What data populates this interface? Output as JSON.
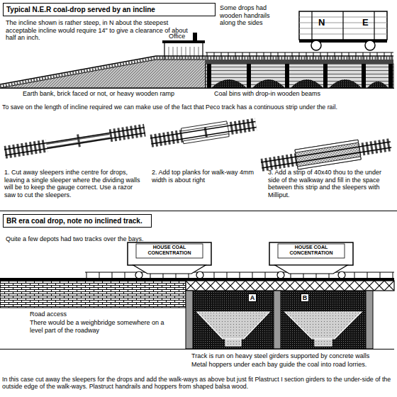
{
  "diagram": {
    "nodes": [
      {
        "text": [
          "Typical N.E.R coal-drop served by an incline"
        ]
      },
      {
        "text": [
          "BR era coal drop, note no inclined track."
        ]
      },
      {
        "text": [
          "A"
        ]
      },
      {
        "text": [
          "B"
        ]
      }
    ],
    "labels": [
      "The incline shown is rather steep, in N about the steepest acceptable incline would require 14\" to give a clearance of about half an inch.",
      "Office",
      "Some drops had wooden handrails along the sides",
      "N",
      "E",
      "Earth bank, brick faced or not, or heavy wooden ramp",
      "Coal bins with drop-in wooden beams",
      "To save on the length of incline required we can make use of the fact that Peco track has a continuous strip under the rail.",
      "1. Cut away sleepers inthe centre for drops, leaving a single sleeper where the dividing walls will be to keep the gauge correct. Use a razor saw to cut the sleepers.",
      "2. Add top planks for walk-way 4mm width is about right",
      "3. Add a strip of 40x40 thou to the under side of the walkway and fill in the space between this strip and the sleepers with Milliput.",
      "Quite a few depots had two tracks over the bays.",
      "HOUSE COAL CONCENTRATION",
      "HOUSE COAL CONCENTRATION",
      "Road access",
      "There would be a weighbridge somewhere on a level part of the roadway",
      "Track is run on heavy steel girders supported by concrete walls",
      "Metal hoppers under each bay guide the coal into road lorries.",
      "In this case cut away the sleepers for the drops and add the walk-ways as above but just fit Plastruct I section girders to the under-side of the outside edge of the walk-ways.  Plastruct handrails and hoppers from shaped balsa wood."
    ]
  }
}
